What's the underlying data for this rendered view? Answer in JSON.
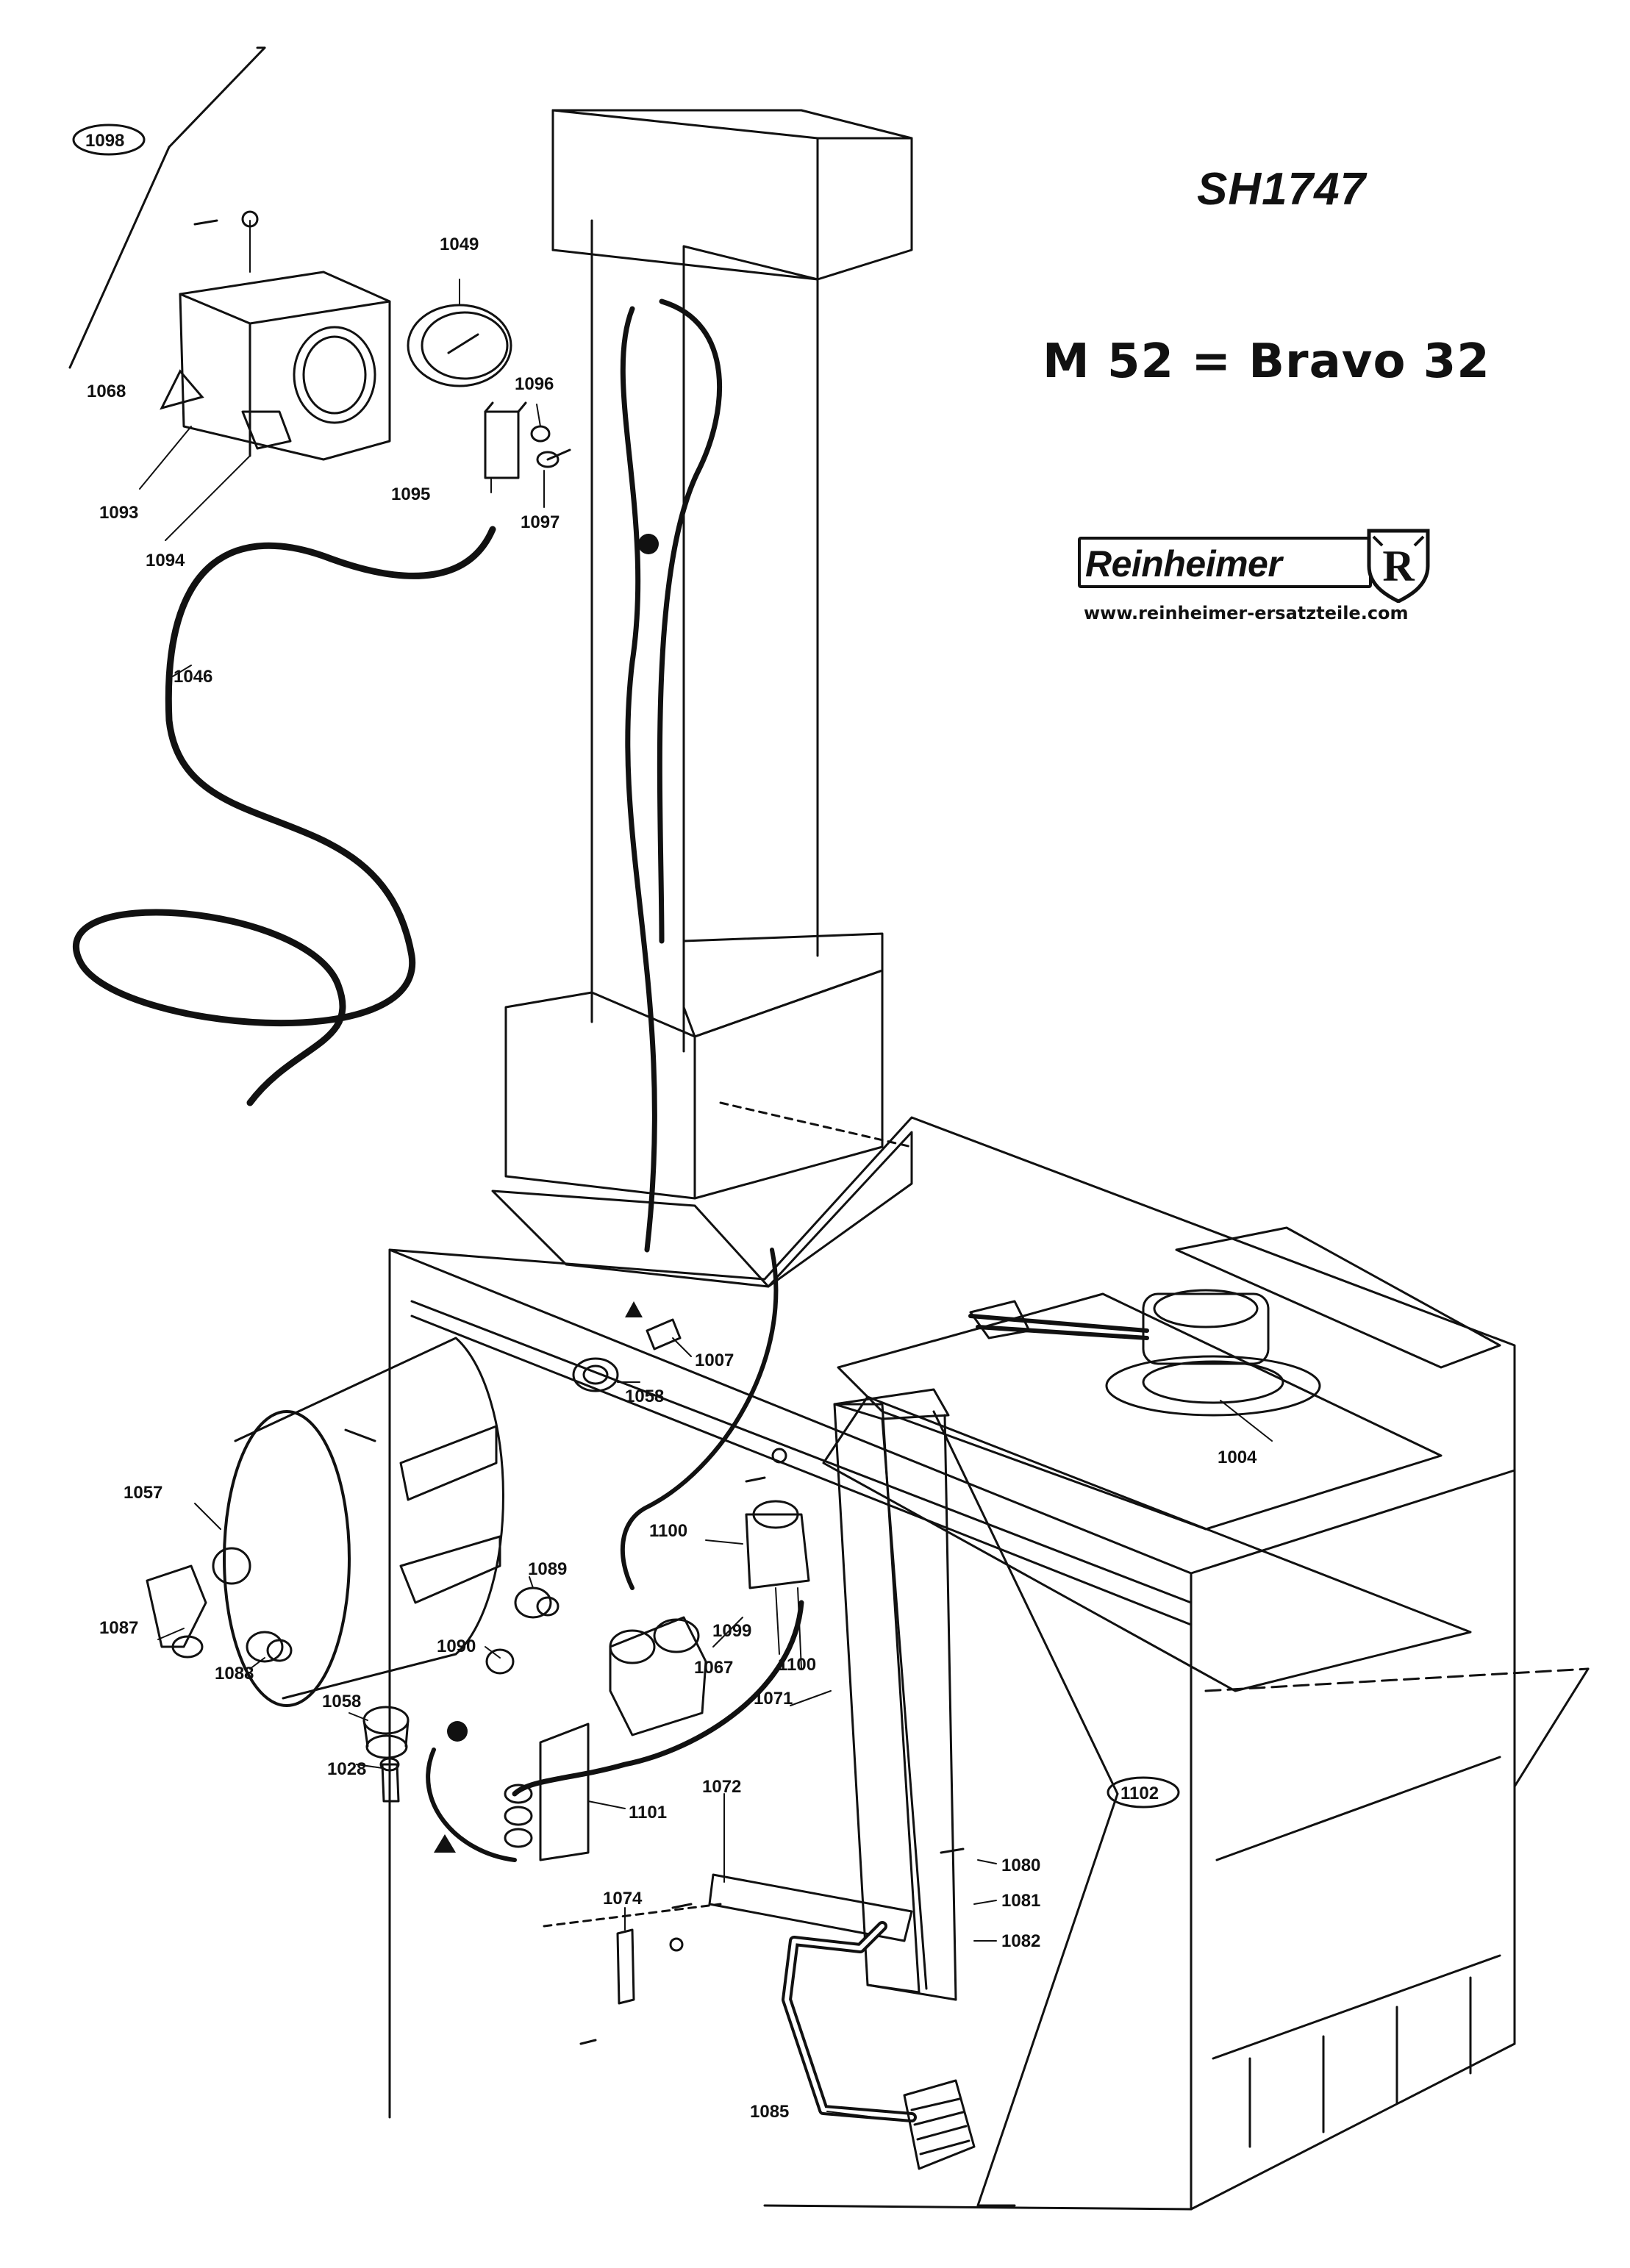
{
  "header": {
    "drawing_code": "SH1747",
    "model": "M 52 = Bravo 32"
  },
  "brand": {
    "name": "Reinheimer",
    "logo_letter": "R",
    "website": "www.reinheimer-ersatzteile.com"
  },
  "parts": {
    "p1098": "1098",
    "p1049": "1049",
    "p1068": "1068",
    "p1093": "1093",
    "p1094": "1094",
    "p1096": "1096",
    "p1095": "1095",
    "p1097": "1097",
    "p1046": "1046",
    "p1007": "1007",
    "p1058a": "1058",
    "p1004": "1004",
    "p1057": "1057",
    "p1100a": "1100",
    "p1089": "1089",
    "p1087": "1087",
    "p1088": "1088",
    "p1090": "1090",
    "p1099": "1099",
    "p1067": "1067",
    "p1100b": "1100",
    "p1071": "1071",
    "p1058b": "1058",
    "p1028": "1028",
    "p1101": "1101",
    "p1072": "1072",
    "p1102": "1102",
    "p1080": "1080",
    "p1074": "1074",
    "p1081": "1081",
    "p1082": "1082",
    "p1085": "1085"
  },
  "icons": {
    "warning_triangle": "warning-triangle-icon",
    "dot_marker": "dot-marker-icon",
    "arrow_marker": "arrow-marker-icon"
  }
}
